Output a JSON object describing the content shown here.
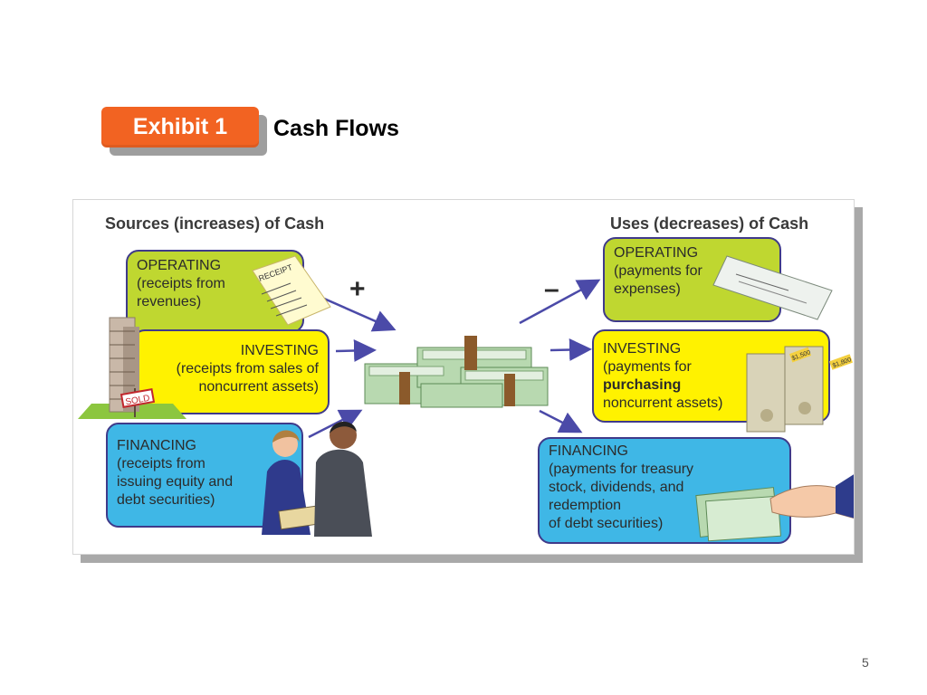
{
  "header": {
    "badge_label": "Exhibit 1",
    "title": "Cash Flows"
  },
  "diagram": {
    "sources_heading": "Sources (increases) of Cash",
    "uses_heading": "Uses (decreases) of Cash",
    "plus_sign": "+",
    "minus_sign": "–",
    "sources": {
      "operating": [
        "OPERATING",
        "(receipts from",
        "revenues)"
      ],
      "investing": [
        "INVESTING",
        "(receipts from sales of",
        "noncurrent assets)"
      ],
      "financing": [
        "FINANCING",
        "(receipts from",
        "issuing equity and",
        "debt securities)"
      ]
    },
    "uses": {
      "operating": [
        "OPERATING",
        "(payments for",
        "expenses)"
      ],
      "investing": [
        "INVESTING",
        "(payments for",
        "purchasing",
        "noncurrent assets)"
      ],
      "financing": [
        "FINANCING",
        "(payments for treasury",
        "stock, dividends, and",
        "redemption",
        "of debt securities)"
      ]
    },
    "illustrations": {
      "receipt_label": "RECEIPT",
      "sold_sign": "SOLD",
      "price_tag_1": "$1,500",
      "price_tag_2": "$1,800"
    },
    "colors": {
      "operating": "#bfd730",
      "investing": "#fff200",
      "financing": "#3fb7e6",
      "border": "#3f3a8a",
      "exhibit_badge": "#f26322"
    }
  },
  "footer": {
    "page_number": "5"
  }
}
